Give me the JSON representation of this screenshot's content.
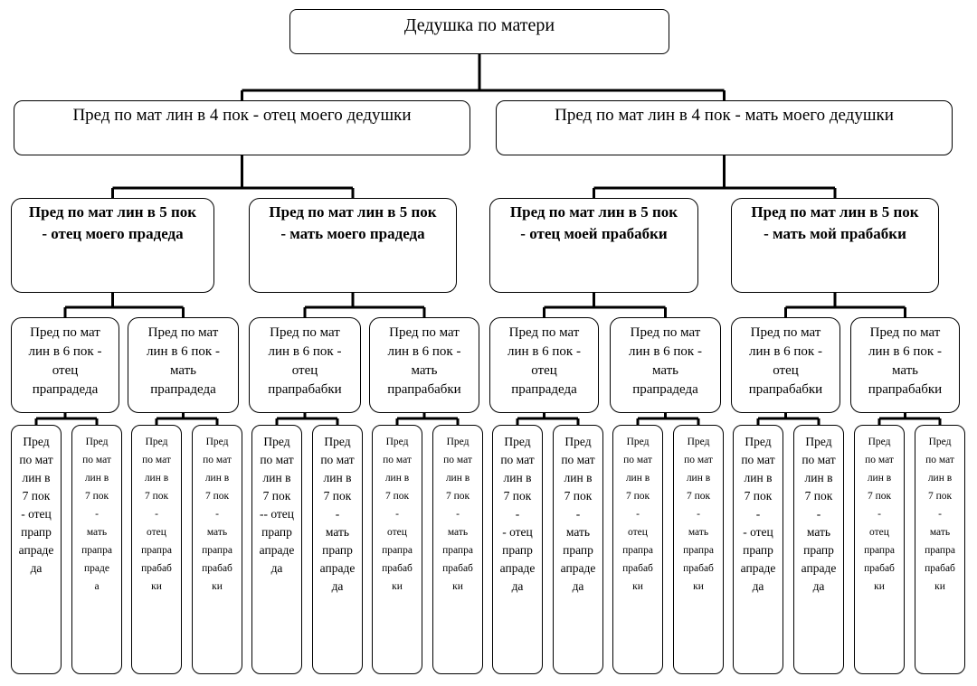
{
  "root": {
    "label": "Дедушка по матери",
    "children": [
      {
        "label": "Пред по мат лин в 4  пок  - отец моего дедушки",
        "children": [
          {
            "label": "Пред по мат лин в 5  пок\n- отец моего прадеда",
            "children": [
              {
                "label": "Пред по мат\nлин в 6  пок  -\nотец\nпрапрадеда",
                "children": [
                  {
                    "label": "Пред\nпо мат\nлин в\n7  пок\n- отец\nпрапр\nапраде\nда"
                  },
                  {
                    "label": "Пред\nпо мат\nлин в\n7  пок\n-\nмать\nпрапра\nпраде\nа",
                    "small": true
                  }
                ]
              },
              {
                "label": "Пред по мат\nлин в 6  пок  -\nмать\nпрапрадеда",
                "children": [
                  {
                    "label": "Пред\nпо мат\nлин в\n7  пок\n-\nотец\nпрапра\nпрабаб\nки",
                    "small": true
                  },
                  {
                    "label": "Пред\nпо мат\nлин в\n7  пок\n-\nмать\nпрапра\nпрабаб\nки",
                    "small": true
                  }
                ]
              }
            ]
          },
          {
            "label": "Пред по мат лин в 5  пок\n- мать моего прадеда",
            "children": [
              {
                "label": "Пред по мат\nлин в 6  пок  -\nотец\nпрапрабабки",
                "children": [
                  {
                    "label": "Пред\nпо мат\nлин в\n7  пок\n-- отец\nпрапр\nапраде\nда"
                  },
                  {
                    "label": "Пред\nпо мат\nлин в\n7  пок\n-\nмать\nпрапр\nапраде\nда"
                  }
                ]
              },
              {
                "label": "Пред по мат\nлин в 6  пок  -\nмать\nпрапрабабки",
                "children": [
                  {
                    "label": "Пред\nпо мат\nлин в\n7  пок\n-\nотец\nпрапра\nпрабаб\nки",
                    "small": true
                  },
                  {
                    "label": "Пред\nпо мат\nлин в\n7  пок\n-\nмать\nпрапра\nпрабаб\nки",
                    "small": true
                  }
                ]
              }
            ]
          }
        ]
      },
      {
        "label": "Пред по мат лин в 4  пок  - мать моего дедушки",
        "children": [
          {
            "label": "Пред по мат лин в 5  пок\n- отец моей  прабабки",
            "children": [
              {
                "label": "Пред по мат\nлин в 6  пок  -\nотец\nпрапрадеда",
                "children": [
                  {
                    "label": "Пред\nпо мат\nлин в\n7  пок\n-\n- отец\nпрапр\nапраде\nда"
                  },
                  {
                    "label": "Пред\nпо мат\nлин в\n7  пок\n-\nмать\nпрапр\nапраде\nда"
                  }
                ]
              },
              {
                "label": "Пред по мат\nлин в 6  пок  -\nмать\nпрапрадеда",
                "children": [
                  {
                    "label": "Пред\nпо мат\nлин в\n7  пок\n-\nотец\nпрапра\nпрабаб\nки",
                    "small": true
                  },
                  {
                    "label": "Пред\nпо мат\nлин в\n7  пок\n-\nмать\nпрапра\nпрабаб\nки",
                    "small": true
                  }
                ]
              }
            ]
          },
          {
            "label": "Пред по мат лин в 5  пок\n- мать мой прабабки",
            "children": [
              {
                "label": "Пред по мат\nлин в 6  пок  -\nотец\nпрапрабабки",
                "children": [
                  {
                    "label": "Пред\nпо мат\nлин в\n7  пок\n-\n- отец\nпрапр\nапраде\nда"
                  },
                  {
                    "label": "Пред\nпо мат\nлин в\n7  пок\n-\nмать\nпрапр\nапраде\nда"
                  }
                ]
              },
              {
                "label": "Пред по мат\nлин в 6  пок  -\nмать\nпрапрабабки",
                "children": [
                  {
                    "label": "Пред\nпо мат\nлин в\n7  пок\n-\nотец\nпрапра\nпрабаб\nки",
                    "small": true
                  },
                  {
                    "label": "Пред\nпо мат\nлин в\n7  пок\n-\nмать\nпрапра\nпрабаб\nки",
                    "small": true
                  }
                ]
              }
            ]
          }
        ]
      }
    ]
  }
}
